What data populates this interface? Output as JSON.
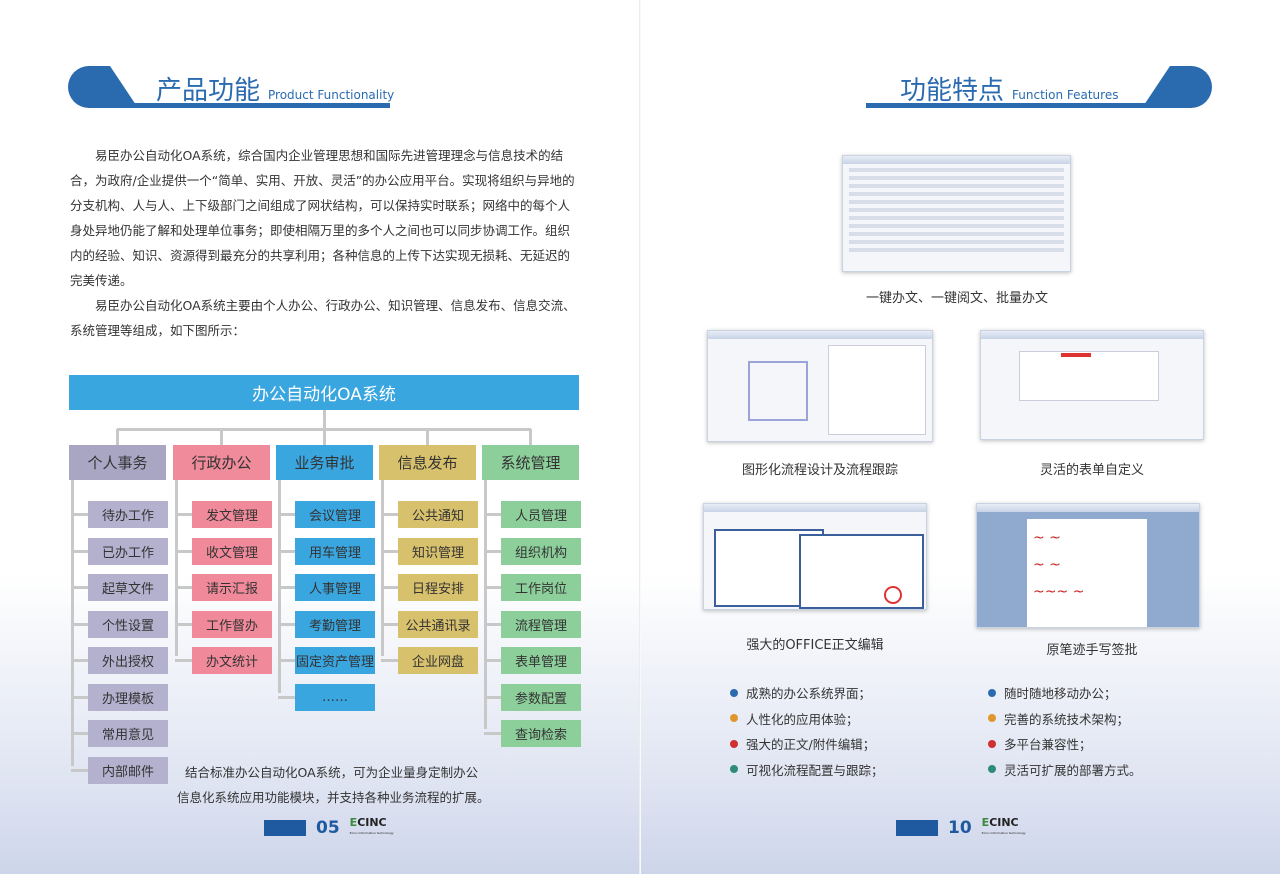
{
  "left": {
    "title": "产品功能",
    "subtitle": "Product Functionality",
    "paragraph1": "易臣办公自动化OA系统，综合国内企业管理思想和国际先进管理理念与信息技术的结合，为政府/企业提供一个“简单、实用、开放、灵活”的办公应用平台。实现将组织与异地的分支机构、人与人、上下级部门之间组成了网状结构，可以保持实时联系；网络中的每个人身处异地仍能了解和处理单位事务；即使相隔万里的多个人之间也可以同步协调工作。组织内的经验、知识、资源得到最充分的共享利用；各种信息的上传下达实现无损耗、无延迟的完美传递。",
    "paragraph2": "易臣办公自动化OA系统主要由个人办公、行政办公、知识管理、信息发布、信息交流、系统管理等组成，如下图所示：",
    "tree": {
      "root": "办公自动化OA系统",
      "columns": [
        {
          "label": "个人事务",
          "color": "#a9a6c4",
          "item_color": "#b4b1cf",
          "items": [
            "待办工作",
            "已办工作",
            "起草文件",
            "个性设置",
            "外出授权",
            "办理模板",
            "常用意见",
            "内部邮件"
          ]
        },
        {
          "label": "行政办公",
          "color": "#ef8b9b",
          "item_color": "#f08a9a",
          "items": [
            "发文管理",
            "收文管理",
            "请示汇报",
            "工作督办",
            "办文统计"
          ]
        },
        {
          "label": "业务审批",
          "color": "#3aa6e0",
          "item_color": "#3aa6e0",
          "items": [
            "会议管理",
            "用车管理",
            "人事管理",
            "考勤管理",
            "固定资产管理",
            "……"
          ]
        },
        {
          "label": "信息发布",
          "color": "#d8c16c",
          "item_color": "#d8c16c",
          "items": [
            "公共通知",
            "知识管理",
            "日程安排",
            "公共通讯录",
            "企业网盘"
          ]
        },
        {
          "label": "系统管理",
          "color": "#8dcf9b",
          "item_color": "#8dcf9b",
          "items": [
            "人员管理",
            "组织机构",
            "工作岗位",
            "流程管理",
            "表单管理",
            "参数配置",
            "查询检索"
          ]
        }
      ]
    },
    "note": [
      "结合标准办公自动化OA系统，可为企业量身定制办公",
      "信息化系统应用功能模块，并支持各种业务流程的扩展。"
    ],
    "page": "05",
    "brand": "ECINC",
    "brand_sub": "Ecinc Information technology"
  },
  "right": {
    "title": "功能特点",
    "subtitle": "Function Features",
    "captions": [
      "一键办文、一键阅文、批量办文",
      "图形化流程设计及流程跟踪",
      "灵活的表单自定义",
      "强大的OFFICE正文编辑",
      "原笔迹手写签批"
    ],
    "bullets_left": [
      {
        "text": "成熟的办公系统界面；",
        "color": "#2b6cb0"
      },
      {
        "text": "人性化的应用体验；",
        "color": "#e0962a"
      },
      {
        "text": "强大的正文/附件编辑；",
        "color": "#d0302f"
      },
      {
        "text": "可视化流程配置与跟踪；",
        "color": "#2e8b7a"
      }
    ],
    "bullets_right": [
      {
        "text": "随时随地移动办公；",
        "color": "#2b6cb0"
      },
      {
        "text": "完善的系统技术架构；",
        "color": "#e0962a"
      },
      {
        "text": "多平台兼容性；",
        "color": "#d0302f"
      },
      {
        "text": "灵活可扩展的部署方式。",
        "color": "#2e8b7a"
      }
    ],
    "page": "10",
    "brand": "ECINC",
    "brand_sub": "Ecinc Information technology"
  }
}
